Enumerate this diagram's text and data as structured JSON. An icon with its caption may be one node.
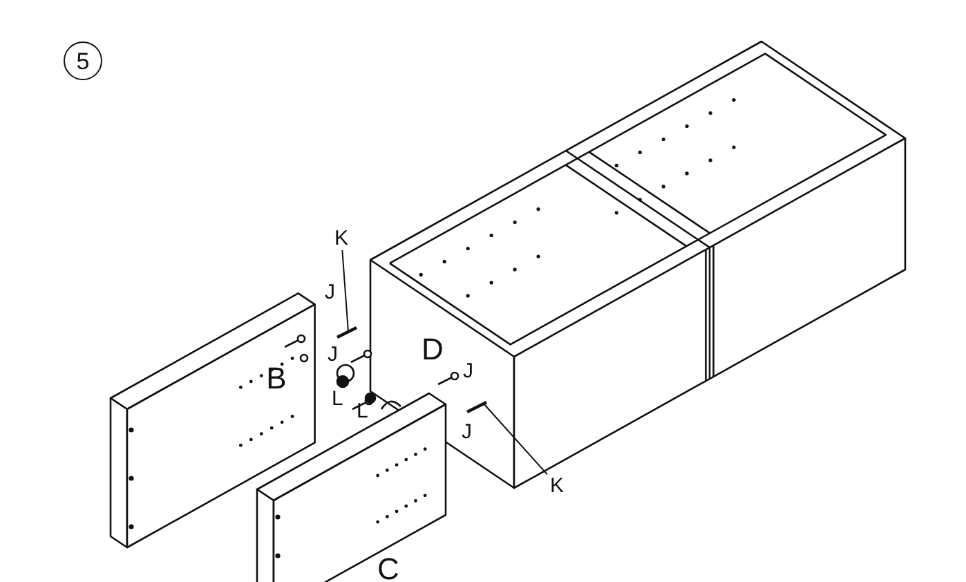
{
  "diagram": {
    "nodes": [
      {
        "text": [
          "5"
        ]
      },
      {
        "text": [
          "D"
        ]
      },
      {
        "text": [
          "B"
        ]
      },
      {
        "text": [
          "C"
        ]
      },
      {
        "text": [
          "K"
        ]
      },
      {
        "text": [
          "K"
        ]
      }
    ],
    "edges": [
      {
        "from": 4,
        "to": null,
        "arrow": "none"
      },
      {
        "from": 5,
        "to": null,
        "arrow": "none"
      }
    ],
    "labels": [
      "J",
      "J",
      "J",
      "L",
      "L",
      "J"
    ]
  }
}
